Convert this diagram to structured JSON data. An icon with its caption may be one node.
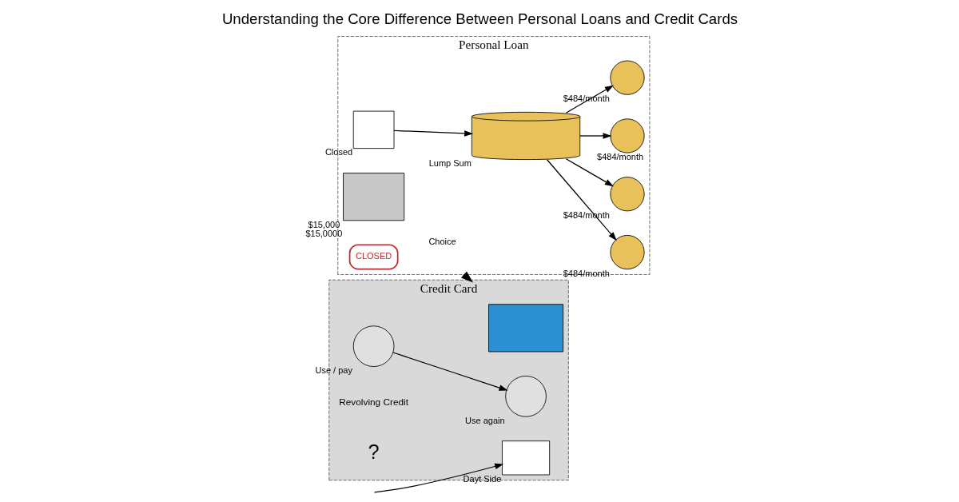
{
  "diagram": {
    "title": "Understanding the Core Difference Between Personal Loans and Credit Cards",
    "nodes": [
      {
        "text": [
          "Personal Loan"
        ]
      },
      {
        "text": [],
        "shape": "box",
        "beside": [
          "$15,000",
          "$15,0000"
        ],
        "in": 0
      },
      {
        "text": [],
        "shape": "box",
        "beside": [
          "Closed"
        ],
        "in": 0
      },
      {
        "text": [],
        "shape": "cylinder",
        "beside": [
          "Lump Sum"
        ],
        "in": 0
      },
      {
        "text": [],
        "shape": "circle",
        "beside": [
          "$484/month"
        ],
        "in": 0
      },
      {
        "text": [],
        "shape": "circle",
        "beside": [
          "$484/month"
        ],
        "in": 0
      },
      {
        "text": [],
        "shape": "circle",
        "beside": [
          "$484/month"
        ],
        "in": 0
      },
      {
        "text": [],
        "shape": "circle",
        "beside": [
          "$484/month"
        ],
        "in": 0
      },
      {
        "text": [
          "CLOSED"
        ],
        "in": 0
      },
      {
        "text": [
          "Credit Card"
        ]
      },
      {
        "text": [],
        "shape": "box",
        "in": 9
      },
      {
        "text": [],
        "shape": "circle",
        "beside": [
          "Use / pay"
        ],
        "in": 9
      },
      {
        "text": [],
        "shape": "circle",
        "beside": [
          "Use again"
        ],
        "in": 9
      },
      {
        "text": [],
        "shape": "box",
        "beside": [
          "Dayt Side"
        ],
        "in": 9
      }
    ],
    "edges": [
      {
        "from": 2,
        "to": 3,
        "arrow": "to"
      },
      {
        "from": 3,
        "to": 4,
        "arrow": "to"
      },
      {
        "from": 3,
        "to": 5,
        "arrow": "to"
      },
      {
        "from": 3,
        "to": 6,
        "arrow": "to"
      },
      {
        "from": 3,
        "to": 7,
        "arrow": "to"
      },
      {
        "from": 0,
        "to": 9,
        "arrow": "to",
        "label": "Choice",
        "style": "thick"
      },
      {
        "from": 11,
        "to": 12,
        "arrow": "to"
      },
      {
        "from": null,
        "to": 13,
        "arrow": "to"
      }
    ],
    "labels": [
      "Revolving Credit",
      "?"
    ]
  }
}
